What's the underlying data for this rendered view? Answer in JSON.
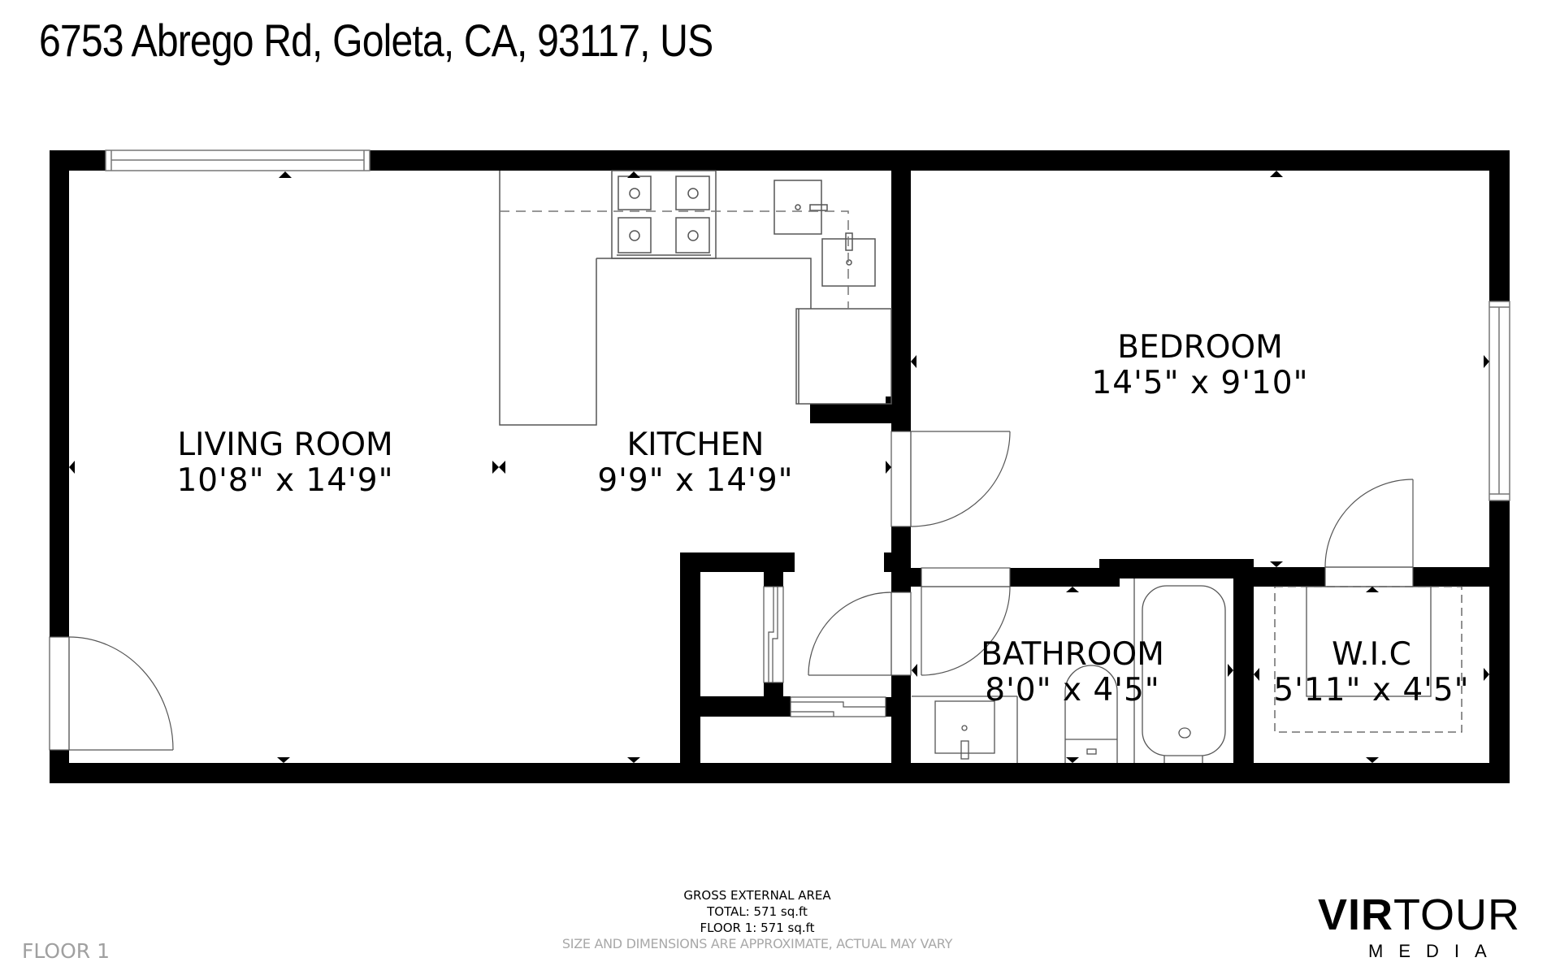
{
  "header": {
    "address": "6753 Abrego Rd, Goleta, CA, 93117, US"
  },
  "rooms": {
    "living_room": {
      "name": "LIVING ROOM",
      "dimensions": "10'8\" x 14'9\""
    },
    "kitchen": {
      "name": "KITCHEN",
      "dimensions": "9'9\" x 14'9\""
    },
    "bedroom": {
      "name": "BEDROOM",
      "dimensions": "14'5\" x 9'10\""
    },
    "bathroom": {
      "name": "BATHROOM",
      "dimensions": "8'0\" x 4'5\""
    },
    "wic": {
      "name": "W.I.C",
      "dimensions": "5'11\" x 4'5\""
    }
  },
  "footer": {
    "area_heading": "GROSS EXTERNAL AREA",
    "total": "TOTAL: 571 sq.ft",
    "floor_area": "FLOOR 1: 571 sq.ft",
    "disclaimer": "SIZE AND DIMENSIONS ARE APPROXIMATE, ACTUAL MAY VARY",
    "floor_label": "FLOOR 1"
  },
  "logo": {
    "main_bold": "VIR",
    "main_light": "TOUR",
    "sub": "MEDIA"
  },
  "colors": {
    "wall": "#000000",
    "fixture_line": "#555555",
    "background": "#ffffff",
    "muted_text": "#a8a8a8"
  }
}
